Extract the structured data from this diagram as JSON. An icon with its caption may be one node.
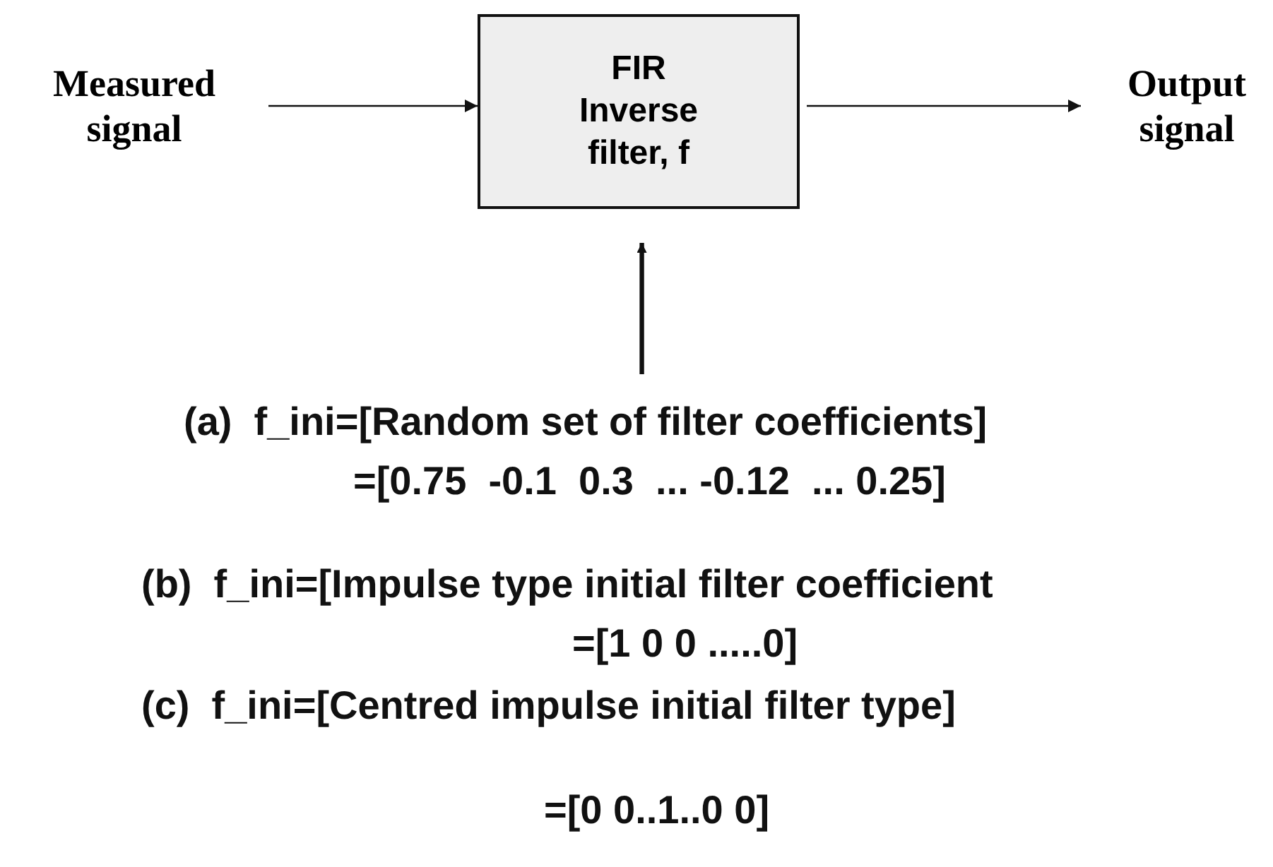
{
  "diagram": {
    "nodes": [
      {
        "text": [
          "Measured signal"
        ]
      },
      {
        "text": [
          "FIR Inverse filter, f"
        ]
      },
      {
        "text": [
          "Output signal"
        ]
      }
    ],
    "edges": [
      {
        "from": 0,
        "to": 1,
        "arrow": "to"
      },
      {
        "from": 1,
        "to": 2,
        "arrow": "to"
      },
      {
        "from": null,
        "to": 1,
        "arrow": "to",
        "style": "thick"
      }
    ],
    "labels": [
      "(a)  f_ini=[Random set of filter coefficients]",
      "=[0.75  -0.1  0.3  ... -0.12  ... 0.25]",
      "(b)  f_ini=[Impulse type initial filter coefficient",
      "=[1 0 0 .....0]",
      "(c)  f_ini=[Centred impulse initial filter type]",
      "=[0 0..1..0 0]"
    ]
  }
}
